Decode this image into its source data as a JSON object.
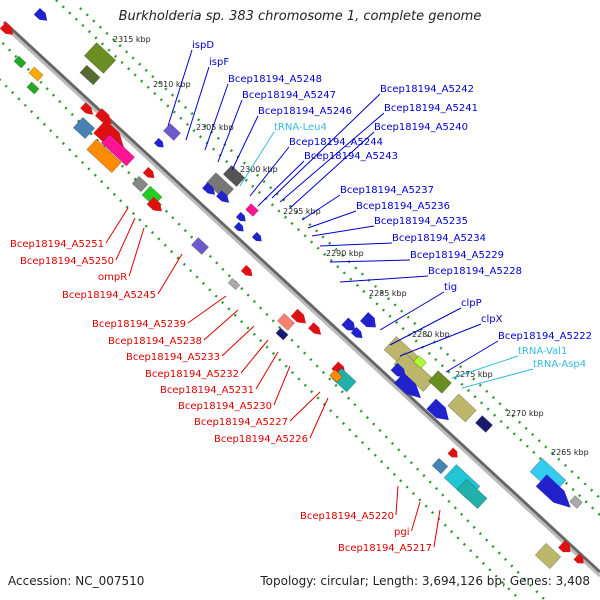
{
  "title": "Burkholderia sp. 383 chromosome 1, complete genome",
  "accession": "Accession: NC_007510",
  "topology": "Topology: circular; Length: 3,694,126 bp; Genes: 3,408",
  "colors": {
    "backbone": "#888888",
    "dotted_track": "#2e9a2e",
    "label_blue": "#0000cc",
    "label_red": "#dd0000",
    "label_cyan": "#33bbdd"
  },
  "scale_labels": [
    "2315 kbp",
    "2310 kbp",
    "2305 kbp",
    "2300 kbp",
    "2295 kbp",
    "2290 kbp",
    "2285 kbp",
    "2280 kbp",
    "2275 kbp",
    "2270 kbp",
    "2265 kbp"
  ],
  "upper_labels": [
    {
      "text": "ispD",
      "color": "blue"
    },
    {
      "text": "ispF",
      "color": "blue"
    },
    {
      "text": "Bcep18194_A5248",
      "color": "blue"
    },
    {
      "text": "Bcep18194_A5247",
      "color": "blue"
    },
    {
      "text": "Bcep18194_A5246",
      "color": "blue"
    },
    {
      "text": "tRNA-Leu4",
      "color": "cyan"
    },
    {
      "text": "Bcep18194_A5244",
      "color": "blue"
    },
    {
      "text": "Bcep18194_A5243",
      "color": "blue"
    },
    {
      "text": "Bcep18194_A5242",
      "color": "blue"
    },
    {
      "text": "Bcep18194_A5241",
      "color": "blue"
    },
    {
      "text": "Bcep18194_A5240",
      "color": "blue"
    },
    {
      "text": "Bcep18194_A5237",
      "color": "blue"
    },
    {
      "text": "Bcep18194_A5236",
      "color": "blue"
    },
    {
      "text": "Bcep18194_A5235",
      "color": "blue"
    },
    {
      "text": "Bcep18194_A5234",
      "color": "blue"
    },
    {
      "text": "Bcep18194_A5229",
      "color": "blue"
    },
    {
      "text": "Bcep18194_A5228",
      "color": "blue"
    },
    {
      "text": "tig",
      "color": "blue"
    },
    {
      "text": "clpP",
      "color": "blue"
    },
    {
      "text": "clpX",
      "color": "blue"
    },
    {
      "text": "Bcep18194_A5222",
      "color": "blue"
    },
    {
      "text": "tRNA-Val1",
      "color": "cyan"
    },
    {
      "text": "tRNA-Asp4",
      "color": "cyan"
    }
  ],
  "lower_labels": [
    {
      "text": "Bcep18194_A5251",
      "color": "red"
    },
    {
      "text": "Bcep18194_A5250",
      "color": "red"
    },
    {
      "text": "ompR",
      "color": "red"
    },
    {
      "text": "Bcep18194_A5245",
      "color": "red"
    },
    {
      "text": "Bcep18194_A5239",
      "color": "red"
    },
    {
      "text": "Bcep18194_A5238",
      "color": "red"
    },
    {
      "text": "Bcep18194_A5233",
      "color": "red"
    },
    {
      "text": "Bcep18194_A5232",
      "color": "red"
    },
    {
      "text": "Bcep18194_A5231",
      "color": "red"
    },
    {
      "text": "Bcep18194_A5230",
      "color": "red"
    },
    {
      "text": "Bcep18194_A5227",
      "color": "red"
    },
    {
      "text": "Bcep18194_A5226",
      "color": "red"
    },
    {
      "text": "Bcep18194_A5220",
      "color": "red"
    },
    {
      "text": "pgi",
      "color": "red"
    },
    {
      "text": "Bcep18194_A5217",
      "color": "red"
    }
  ]
}
